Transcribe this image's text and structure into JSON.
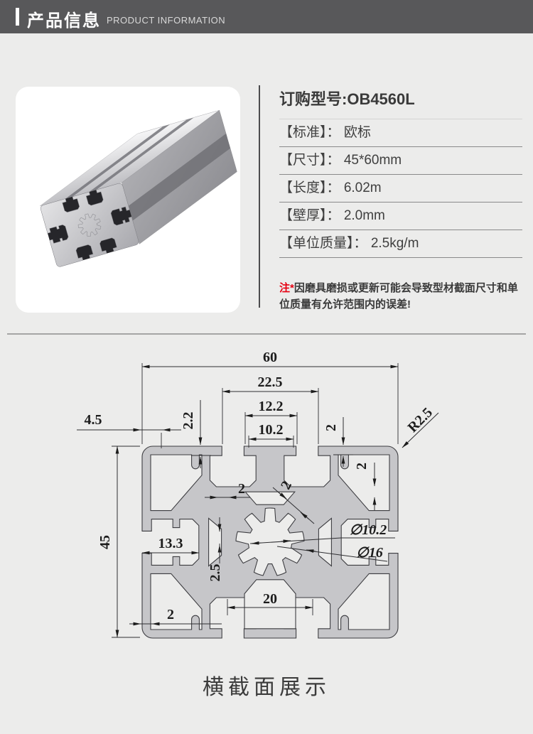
{
  "header": {
    "title": "产品信息",
    "subtitle": "PRODUCT INFORMATION"
  },
  "product": {
    "model": "订购型号:OB4560L",
    "colon": "：",
    "specs": [
      {
        "label": "【标准】",
        "value": "欧标"
      },
      {
        "label": "【尺寸】",
        "value": "45*60mm"
      },
      {
        "label": "【长度】",
        "value": "6.02m"
      },
      {
        "label": "【壁厚】",
        "value": "2.0mm"
      },
      {
        "label": "【单位质量】",
        "value": "2.5kg/m"
      }
    ],
    "note_prefix": "注*",
    "note_body": "因磨具磨损或更新可能会导致型材截面尺寸和单位质量有允许范围内的误差!"
  },
  "drawing": {
    "caption": "横截面展示",
    "dimensions": {
      "width_total": "60",
      "slot_span": "22.5",
      "lip_span": "12.2",
      "opening_span": "10.2",
      "edge_offset": "4.5",
      "lip_depth": "2.2",
      "wall_top_right": "2",
      "corner_radius": "R2.5",
      "height_total": "45",
      "side_slot_depth": "13.3",
      "core_wall": "2.5",
      "wall_mid": "2",
      "wall_diag": "2",
      "wall_right": "2",
      "bore_small": "∅10.2",
      "bore_large": "∅16",
      "bottom_chamber": "20",
      "wall_bottom": "2"
    }
  },
  "colors": {
    "header_bg": "#58585a",
    "accent_red": "#e60012",
    "page_bg": "#ececeb",
    "profile_fill": "#c6c6c9",
    "drawing_line": "#2e2e31"
  }
}
